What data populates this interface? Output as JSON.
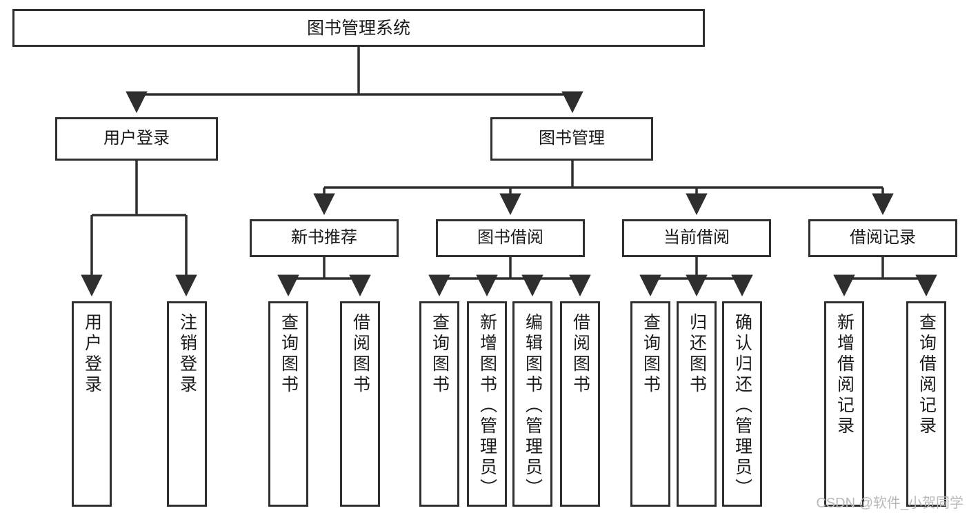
{
  "diagram": {
    "title": "图书管理系统",
    "type": "tree-hierarchy-diagram",
    "root": {
      "label": "图书管理系统"
    },
    "level2": [
      {
        "label": "用户登录"
      },
      {
        "label": "图书管理"
      }
    ],
    "level3": [
      {
        "label": "新书推荐"
      },
      {
        "label": "图书借阅"
      },
      {
        "label": "当前借阅"
      },
      {
        "label": "借阅记录"
      }
    ],
    "leaves": {
      "user_login": [
        {
          "label": "用户登录"
        },
        {
          "label": "注销登录"
        }
      ],
      "new_book_recommend": [
        {
          "label": "查询图书"
        },
        {
          "label": "借阅图书"
        }
      ],
      "book_borrow": [
        {
          "label": "查询图书"
        },
        {
          "label": "新增图书（管理员）"
        },
        {
          "label": "编辑图书（管理员）"
        },
        {
          "label": "借阅图书"
        }
      ],
      "current_borrow": [
        {
          "label": "查询图书"
        },
        {
          "label": "归还图书"
        },
        {
          "label": "确认归还（管理员）"
        }
      ],
      "borrow_record": [
        {
          "label": "新增借阅记录"
        },
        {
          "label": "查询借阅记录"
        }
      ]
    }
  },
  "watermark": {
    "text": "CSDN @软件_小贺同学"
  },
  "colors": {
    "stroke": "#2f2f2f",
    "background": "#ffffff",
    "text": "#1a1a1a",
    "watermark": "#b9b9b9"
  }
}
